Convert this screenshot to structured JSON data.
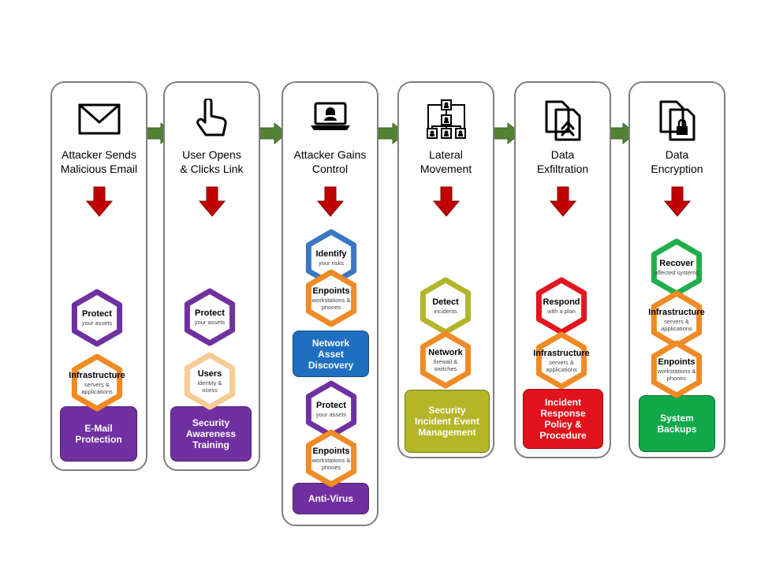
{
  "colors": {
    "purple": "#7030a0",
    "orange": "#f08a24",
    "light_orange": "#f8cb94",
    "blue": "#3a78c3",
    "olive": "#b2b52b",
    "red": "#e2161f",
    "green": "#1fae4b",
    "arrow_green": "#548235",
    "arrow_red": "#c00000",
    "box_blue": "#1f6fc1",
    "box_olive": "#b3b627",
    "box_red": "#e2121c",
    "box_green": "#11a84a"
  },
  "stages": [
    {
      "icon": "envelope-icon",
      "title": [
        "Attacker Sends",
        "Malicious Email"
      ],
      "hexes": [
        {
          "main": "Protect",
          "sub": [
            "your assets"
          ],
          "color": "purple"
        },
        {
          "main": "Infrastructure",
          "sub": [
            "servers &",
            "applications"
          ],
          "color": "orange"
        }
      ],
      "boxes": [
        {
          "label": "E-Mail\nProtection",
          "color": "purple"
        }
      ]
    },
    {
      "icon": "pointing-hand-icon",
      "title": [
        "User Opens",
        "& Clicks Link"
      ],
      "hexes": [
        {
          "main": "Protect",
          "sub": [
            "your assets"
          ],
          "color": "purple"
        },
        {
          "main": "Users",
          "sub": [
            "identity &",
            "ocess"
          ],
          "color": "light_orange"
        }
      ],
      "boxes": [
        {
          "label": "Security\nAwareness\nTraining",
          "color": "purple"
        }
      ]
    },
    {
      "icon": "hacker-laptop-icon",
      "title": [
        "Attacker Gains",
        "Control"
      ],
      "hexes": [
        {
          "main": "Identify",
          "sub": [
            "your risks"
          ],
          "color": "blue"
        },
        {
          "main": "Enpoints",
          "sub": [
            "workstations &",
            "phones"
          ],
          "color": "orange"
        },
        {
          "main": "Protect",
          "sub": [
            "your assets"
          ],
          "color": "purple"
        },
        {
          "main": "Enpoints",
          "sub": [
            "workstations &",
            "phones"
          ],
          "color": "orange"
        }
      ],
      "boxes": [
        {
          "label": "Network\nAsset\nDiscovery",
          "color": "box_blue"
        },
        {
          "label": "Anti-Virus",
          "color": "purple"
        }
      ]
    },
    {
      "icon": "network-hierarchy-icon",
      "title": [
        "Lateral",
        "Movement"
      ],
      "hexes": [
        {
          "main": "Detect",
          "sub": [
            "incidents"
          ],
          "color": "olive"
        },
        {
          "main": "Network",
          "sub": [
            "firewall &",
            "switches"
          ],
          "color": "orange"
        }
      ],
      "boxes": [
        {
          "label": "Security\nIncident Event\nManagement",
          "color": "box_olive"
        }
      ]
    },
    {
      "icon": "file-transfer-icon",
      "title": [
        "Data",
        "Exfiltration"
      ],
      "hexes": [
        {
          "main": "Respond",
          "sub": [
            "with a plan"
          ],
          "color": "red"
        },
        {
          "main": "Infrastructure",
          "sub": [
            "servers &",
            "applications"
          ],
          "color": "orange"
        }
      ],
      "boxes": [
        {
          "label": "Incident\nResponse\nPolicy &\nProcedure",
          "color": "box_red"
        }
      ]
    },
    {
      "icon": "file-lock-icon",
      "title": [
        "Data",
        "Encryption"
      ],
      "hexes": [
        {
          "main": "Recover",
          "sub": [
            "affected systems"
          ],
          "color": "green"
        },
        {
          "main": "Infrastructure",
          "sub": [
            "servers &",
            "applications"
          ],
          "color": "orange"
        },
        {
          "main": "Enpoints",
          "sub": [
            "workstations &",
            "phones"
          ],
          "color": "orange"
        }
      ],
      "boxes": [
        {
          "label": "System\nBackups",
          "color": "box_green"
        }
      ]
    }
  ]
}
